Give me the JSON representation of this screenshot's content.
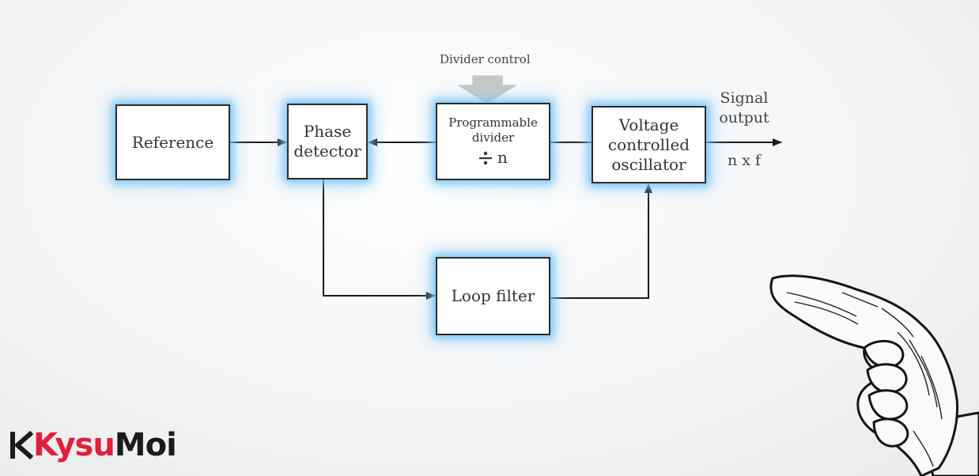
{
  "diagram": {
    "top_label": "Divider control",
    "blocks": {
      "reference": [
        "Reference"
      ],
      "phase_detector": [
        "Phase",
        "detector"
      ],
      "programmable_divider": [
        "Programmable",
        "divider"
      ],
      "divide_symbol": "n",
      "vco": [
        "Voltage",
        "controlled",
        "oscillator"
      ],
      "loop_filter": [
        "Loop filter"
      ]
    },
    "output_label": [
      "Signal",
      "output"
    ],
    "output_value": "n x f"
  },
  "watermark": {
    "logo_text": "KysuMoi"
  },
  "colors": {
    "glow": "#6ebef5",
    "logo_red": "#e0203a",
    "line": "#1a1a1a"
  }
}
